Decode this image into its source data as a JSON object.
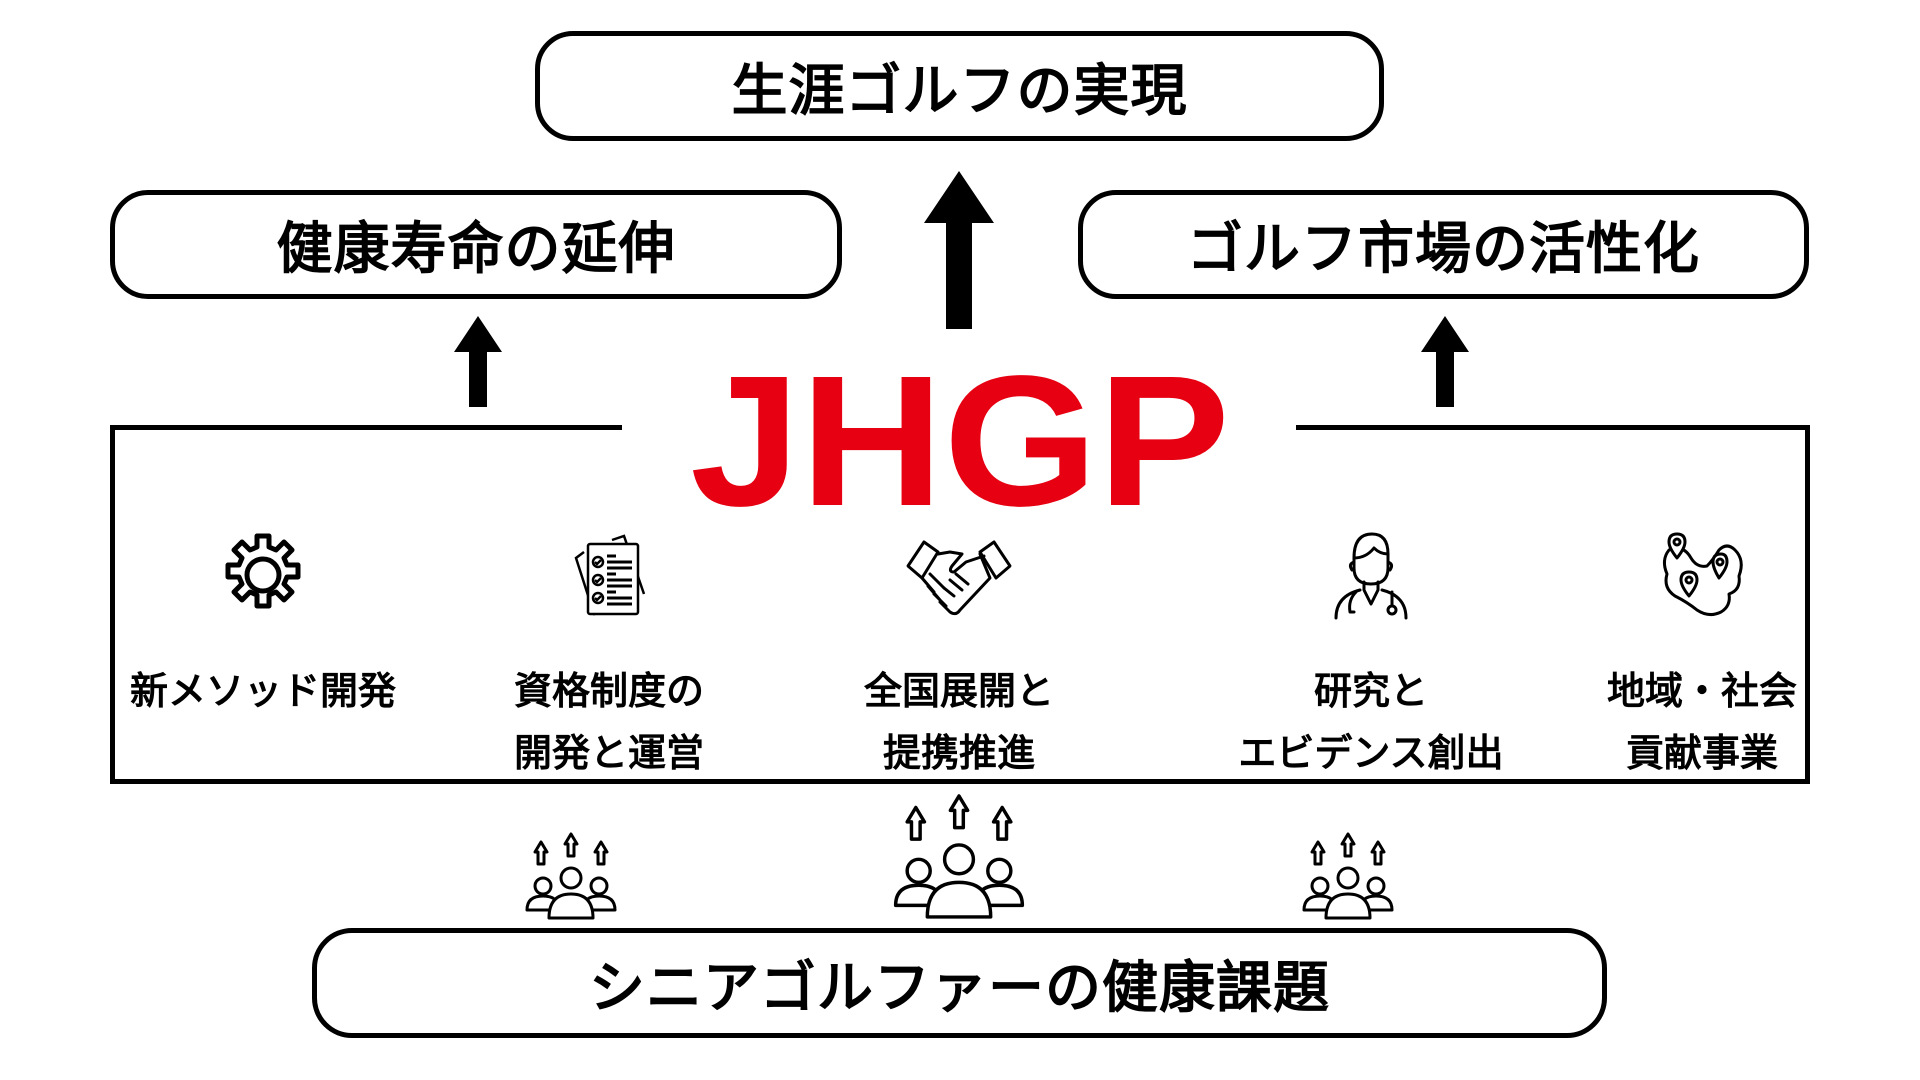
{
  "goals": {
    "top": "生涯ゴルフの実現",
    "left": "健康寿命の延伸",
    "right": "ゴルフ市場の活性化"
  },
  "logo": {
    "text": "JHGP",
    "color": "#e60012"
  },
  "activities": [
    {
      "icon": "gear-icon",
      "lines": [
        "新メソッド開発"
      ]
    },
    {
      "icon": "checklist-icon",
      "lines": [
        "資格制度の",
        "開発と運営"
      ]
    },
    {
      "icon": "handshake-icon",
      "lines": [
        "全国展開と",
        "提携推進"
      ]
    },
    {
      "icon": "doctor-icon",
      "lines": [
        "研究と",
        "エビデンス創出"
      ]
    },
    {
      "icon": "map-pins-icon",
      "lines": [
        "地域・社会",
        "貢献事業"
      ]
    }
  ],
  "base_issue": "シニアゴルファーの健康課題",
  "colors": {
    "line": "#000000",
    "accent": "#e60012",
    "background": "#ffffff"
  }
}
